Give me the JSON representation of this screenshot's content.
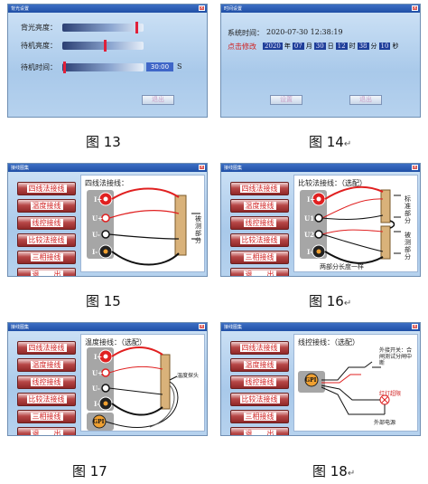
{
  "figures": [
    {
      "caption": "图 13"
    },
    {
      "caption": "图 14",
      "mark": "↵"
    },
    {
      "caption": "图 15"
    },
    {
      "caption": "图 16",
      "mark": "↵"
    },
    {
      "caption": "图 17"
    },
    {
      "caption": "图 18",
      "mark": "↵"
    }
  ],
  "fig13": {
    "window_title": "背光设置",
    "labels": [
      "背光亮度：",
      "待机亮度：",
      "待机时间："
    ],
    "time_value": "30:00",
    "unit": "S",
    "exit": "退出",
    "levels": [
      0.93,
      0.53,
      0.01
    ]
  },
  "fig14": {
    "window_title": "时间设置",
    "sys_time_label": "系统时间：",
    "sys_time_value": "2020-07-30 12:38:19",
    "modify_label": "点击修改",
    "fields": [
      "2020",
      "年",
      "07",
      "月",
      "30",
      "日",
      "12",
      "时",
      "38",
      "分",
      "10",
      "秒"
    ],
    "set": "设置",
    "exit": "退出"
  },
  "menu": {
    "window_title": "接线图集",
    "items": [
      "四线法接线",
      "温度接线",
      "线控接线",
      "比较法接线",
      "三相接线",
      "退　　出"
    ]
  },
  "fig15": {
    "heading": "四线法接线：",
    "terminals": [
      "I+",
      "U+",
      "U-",
      "I-"
    ],
    "side_label": "被测部分"
  },
  "fig16": {
    "heading": "比较法接线：（选配）",
    "terminals": [
      "I+",
      "U1",
      "U2",
      "I-"
    ],
    "std_label": "标准部分",
    "test_label": "被测部分",
    "note": "两部分长度一样"
  },
  "fig17": {
    "heading": "温度接线：（选配）",
    "terminals": [
      "I+",
      "U+",
      "U-",
      "I-"
    ],
    "probe_label": "温度探头",
    "gpi": "GPI"
  },
  "fig18": {
    "heading": "线控接线：（选配）",
    "gpi": "GPI",
    "switch_label": "外接开关：合闸测试分闸中断",
    "lamp_label": "红灯超限",
    "power_label": "外部电源"
  }
}
